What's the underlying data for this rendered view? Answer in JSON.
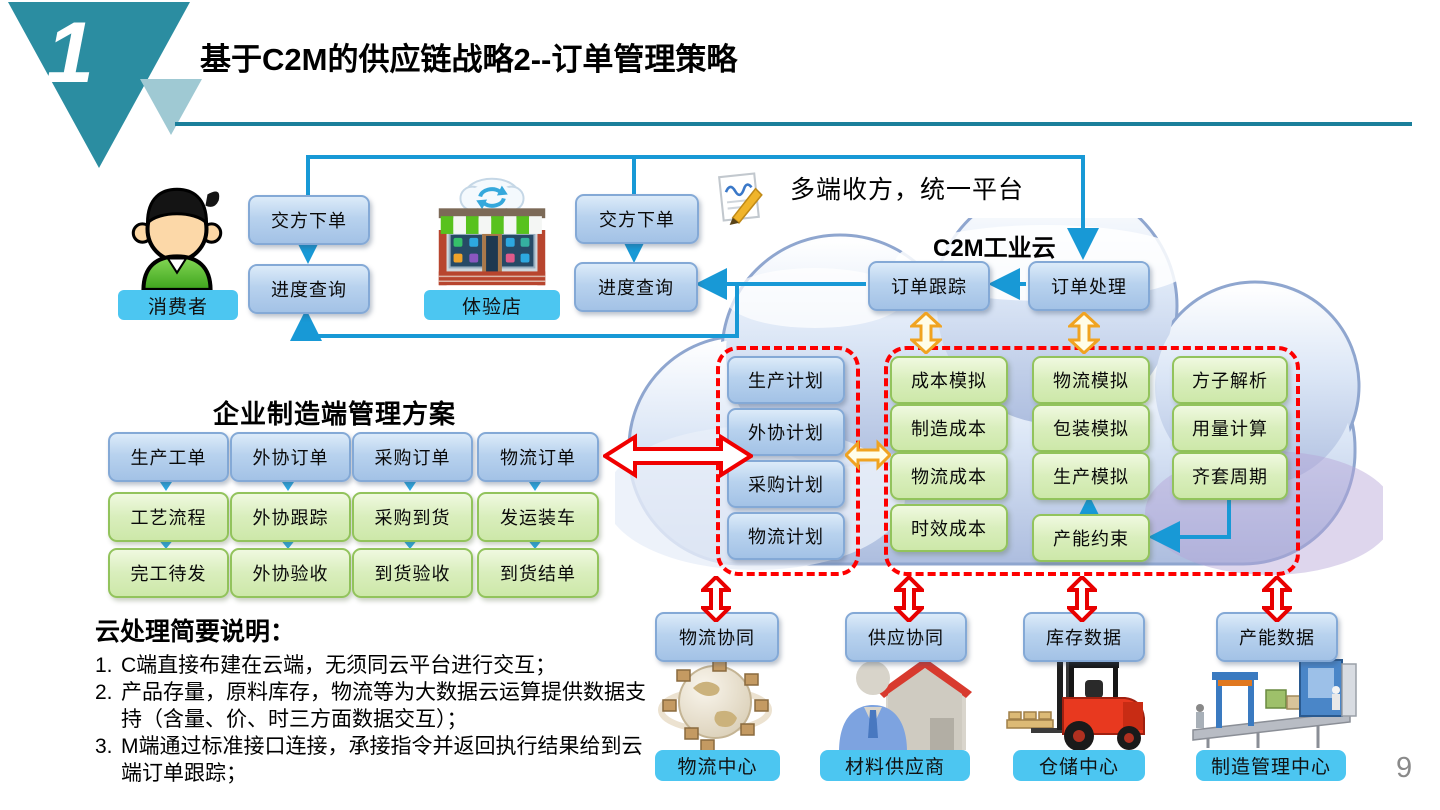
{
  "header": {
    "badge": "1",
    "title": "基于C2M的供应链战略2--订单管理策略"
  },
  "client": {
    "consumer_label": "消费者",
    "consumer_order": "交方下单",
    "consumer_query": "进度查询",
    "store_label": "体验店",
    "store_order": "交方下单",
    "store_query": "进度查询",
    "platform_note": "多端收方，统一平台"
  },
  "cloud": {
    "title": "C2M工业云",
    "tracking": "订单跟踪",
    "processing": "订单处理",
    "plans": [
      "生产计划",
      "外协计划",
      "采购计划",
      "物流计划"
    ],
    "costs": [
      "成本模拟",
      "制造成本",
      "物流成本",
      "时效成本"
    ],
    "sims": [
      "物流模拟",
      "包装模拟",
      "生产模拟"
    ],
    "capacity": "产能约束",
    "calcs": [
      "方子解析",
      "用量计算",
      "齐套周期"
    ]
  },
  "manufacturing": {
    "title": "企业制造端管理方案",
    "columns": [
      {
        "head": "生产工单",
        "mid": "工艺流程",
        "bottom": "完工待发"
      },
      {
        "head": "外协订单",
        "mid": "外协跟踪",
        "bottom": "外协验收"
      },
      {
        "head": "采购订单",
        "mid": "采购到货",
        "bottom": "到货验收"
      },
      {
        "head": "物流订单",
        "mid": "发运装车",
        "bottom": "到货结单"
      }
    ]
  },
  "notes": {
    "title": "云处理简要说明：",
    "items": [
      {
        "num": "1.",
        "text": "C端直接布建在云端，无须同云平台进行交互；"
      },
      {
        "num": "2.",
        "text": "产品存量，原料库存，物流等为大数据云运算提供数据支持（含量、价、时三方面数据交互）；"
      },
      {
        "num": "3.",
        "text": "M端通过标准接口连接，承接指令并返回执行结果给到云端订单跟踪；"
      }
    ]
  },
  "partners": [
    {
      "top": "物流协同",
      "bottom": "物流中心",
      "icon": "globe-parcels-icon"
    },
    {
      "top": "供应协同",
      "bottom": "材料供应商",
      "icon": "supplier-house-icon"
    },
    {
      "top": "库存数据",
      "bottom": "仓储中心",
      "icon": "forklift-icon"
    },
    {
      "top": "产能数据",
      "bottom": "制造管理中心",
      "icon": "packing-line-icon"
    }
  ],
  "page_number": "9",
  "colors": {
    "accent_teal": "#2b8da1",
    "connector_blue": "#1899d6",
    "dash_red": "#fe0000",
    "arrow_orange": "#f0a321",
    "label_cyan": "#4cc6f1",
    "node_blue": "#b8d2ee",
    "node_green": "#d9eebc"
  }
}
